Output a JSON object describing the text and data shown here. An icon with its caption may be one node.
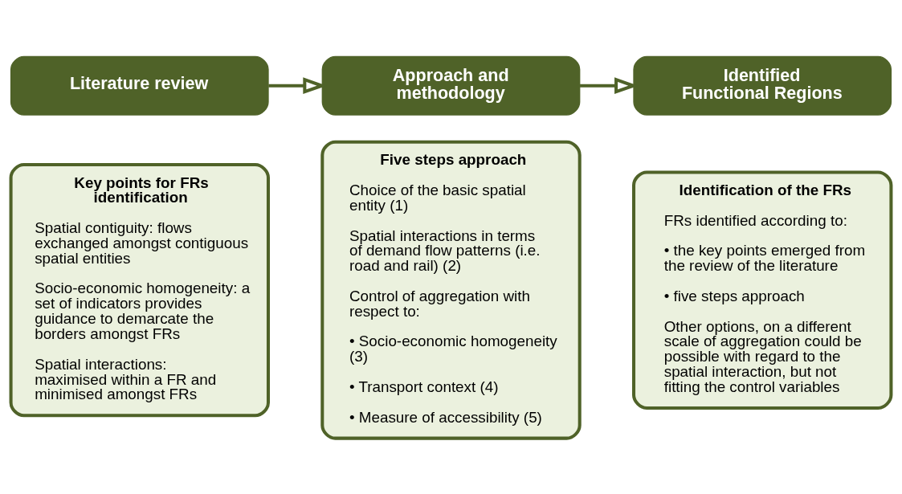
{
  "diagram": {
    "nodes": [
      {
        "text": [
          "Literature review"
        ]
      },
      {
        "text": [
          "Approach and methodology"
        ]
      },
      {
        "text": [
          "Identified Functional Regions"
        ]
      },
      {
        "text": [
          "Key points for FRs identification",
          "Spatial contiguity: flows exchanged amongst contiguous spatial entities",
          "Socio-economic homogeneity: a set of indicators provides guidance to demarcate the borders amongst FRs",
          "Spatial interactions: maximised within a FR and minimised amongst FRs"
        ]
      },
      {
        "text": [
          "Five steps approach",
          "Choice of the basic spatial entity (1)",
          "Spatial interactions in terms of demand flow patterns (i.e. road and rail) (2)",
          "Control of aggregation with respect to:",
          "• Socio-economic homogeneity (3)",
          "• Transport context (4)",
          "• Measure of accessibility (5)"
        ]
      },
      {
        "text": [
          "Identification of the FRs",
          "FRs identified according to:",
          "• the key points emerged from the review of the literature",
          "• five steps approach",
          "Other options, on a different scale of aggregation could be possible with regard to the spatial interaction, but not fitting the control variables"
        ]
      }
    ],
    "edges": [
      {
        "from": 0,
        "to": 1,
        "arrow": "to"
      },
      {
        "from": 1,
        "to": 2,
        "arrow": "to"
      }
    ]
  }
}
